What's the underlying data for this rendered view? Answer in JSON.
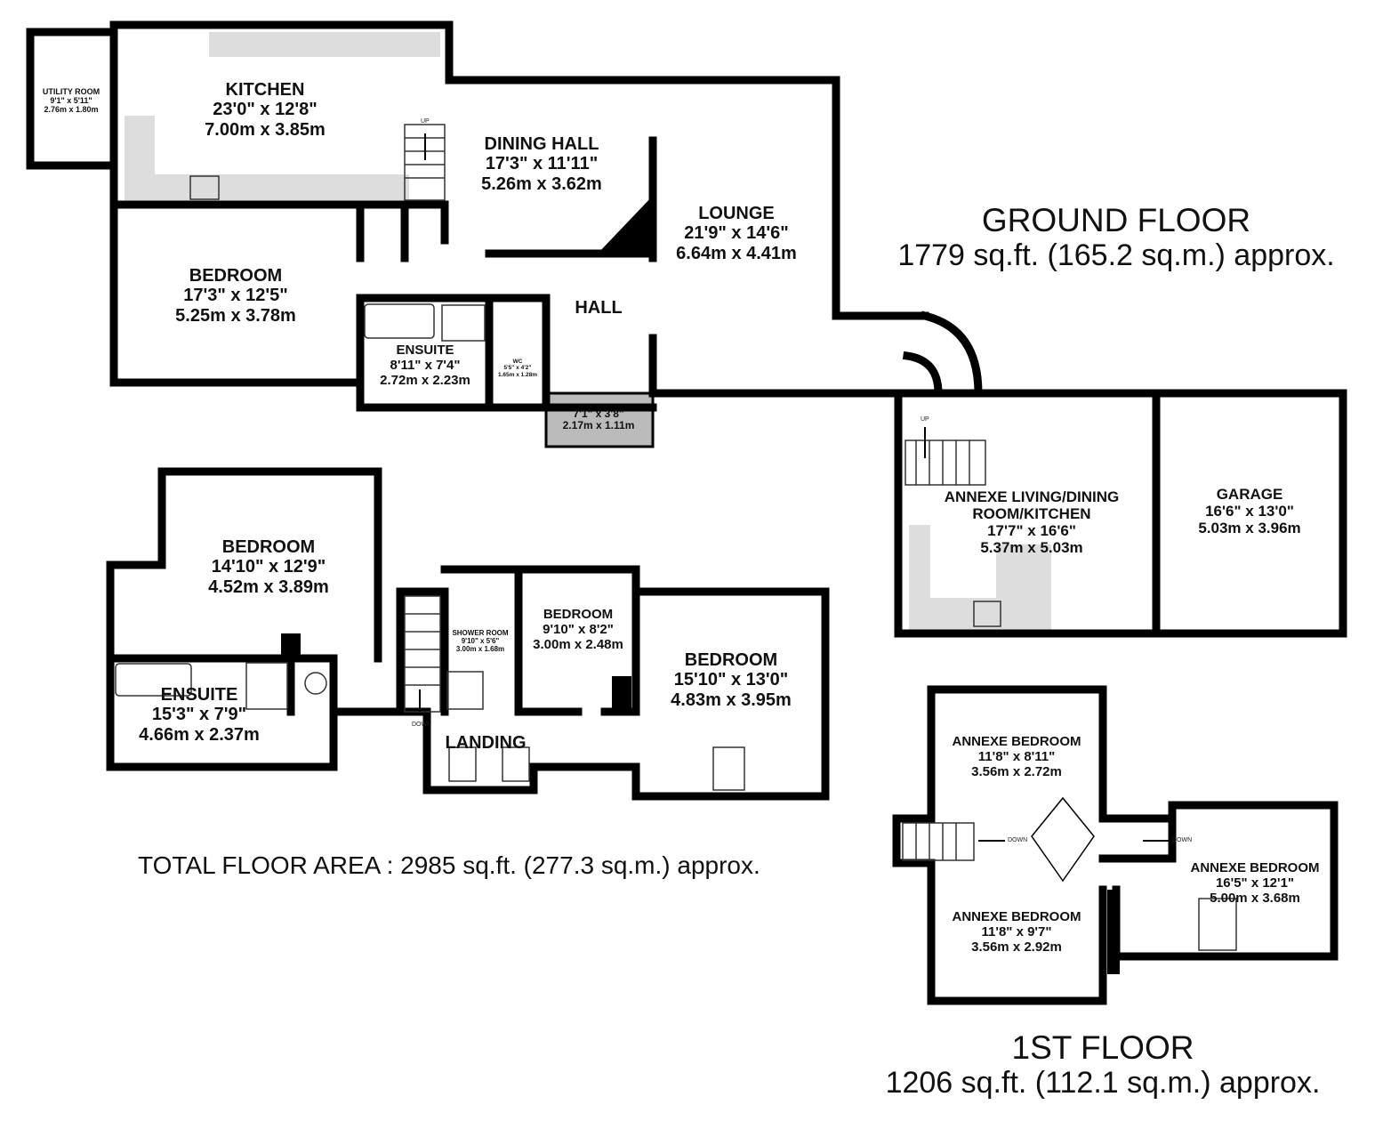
{
  "ground_floor": {
    "title": "GROUND FLOOR",
    "area": "1779 sq.ft. (165.2 sq.m.) approx."
  },
  "first_floor": {
    "title": "1ST FLOOR",
    "area": "1206 sq.ft. (112.1 sq.m.) approx."
  },
  "total": "TOTAL FLOOR AREA : 2985 sq.ft. (277.3 sq.m.) approx.",
  "rooms": {
    "utility": {
      "name": "UTILITY ROOM",
      "imperial": "9'1\" x 5'11\"",
      "metric": "2.76m x 1.80m"
    },
    "kitchen": {
      "name": "KITCHEN",
      "imperial": "23'0\" x 12'8\"",
      "metric": "7.00m x 3.85m"
    },
    "dining_hall": {
      "name": "DINING HALL",
      "imperial": "17'3\" x 11'11\"",
      "metric": "5.26m x 3.62m"
    },
    "lounge": {
      "name": "LOUNGE",
      "imperial": "21'9\" x 14'6\"",
      "metric": "6.64m x 4.41m"
    },
    "gf_bedroom": {
      "name": "BEDROOM",
      "imperial": "17'3\" x 12'5\"",
      "metric": "5.25m x 3.78m"
    },
    "gf_ensuite": {
      "name": "ENSUITE",
      "imperial": "8'11\" x 7'4\"",
      "metric": "2.72m x 2.23m"
    },
    "wc": {
      "name": "WC",
      "imperial": "5'5\" x 4'2\"",
      "metric": "1.65m x 1.28m"
    },
    "hall": {
      "name": "HALL"
    },
    "porch": {
      "imperial": "7'1\" x 3'8\"",
      "metric": "2.17m x 1.11m"
    },
    "annexe_living": {
      "name_line1": "ANNEXE LIVING/DINING",
      "name_line2": "ROOM/KITCHEN",
      "imperial": "17'7\" x 16'6\"",
      "metric": "5.37m x 5.03m"
    },
    "garage": {
      "name": "GARAGE",
      "imperial": "16'6\" x 13'0\"",
      "metric": "5.03m x 3.96m"
    },
    "ff_bedroom1": {
      "name": "BEDROOM",
      "imperial": "14'10\" x 12'9\"",
      "metric": "4.52m x 3.89m"
    },
    "ff_ensuite": {
      "name": "ENSUITE",
      "imperial": "15'3\" x 7'9\"",
      "metric": "4.66m x 2.37m"
    },
    "shower_room": {
      "name": "SHOWER ROOM",
      "imperial": "9'10\" x 5'6\"",
      "metric": "3.00m x 1.68m"
    },
    "ff_bedroom2": {
      "name": "BEDROOM",
      "imperial": "9'10\" x 8'2\"",
      "metric": "3.00m x 2.48m"
    },
    "ff_bedroom3": {
      "name": "BEDROOM",
      "imperial": "15'10\" x 13'0\"",
      "metric": "4.83m x 3.95m"
    },
    "landing": {
      "name": "LANDING"
    },
    "annexe_bed1": {
      "name": "ANNEXE BEDROOM",
      "imperial": "11'8\" x 8'11\"",
      "metric": "3.56m x 2.72m"
    },
    "annexe_bed2": {
      "name": "ANNEXE BEDROOM",
      "imperial": "11'8\" x 9'7\"",
      "metric": "3.56m x 2.92m"
    },
    "annexe_bed3": {
      "name": "ANNEXE BEDROOM",
      "imperial": "16'5\" x 12'1\"",
      "metric": "5.00m x 3.68m"
    }
  },
  "stair_labels": {
    "up": "UP",
    "down": "DOWN"
  }
}
